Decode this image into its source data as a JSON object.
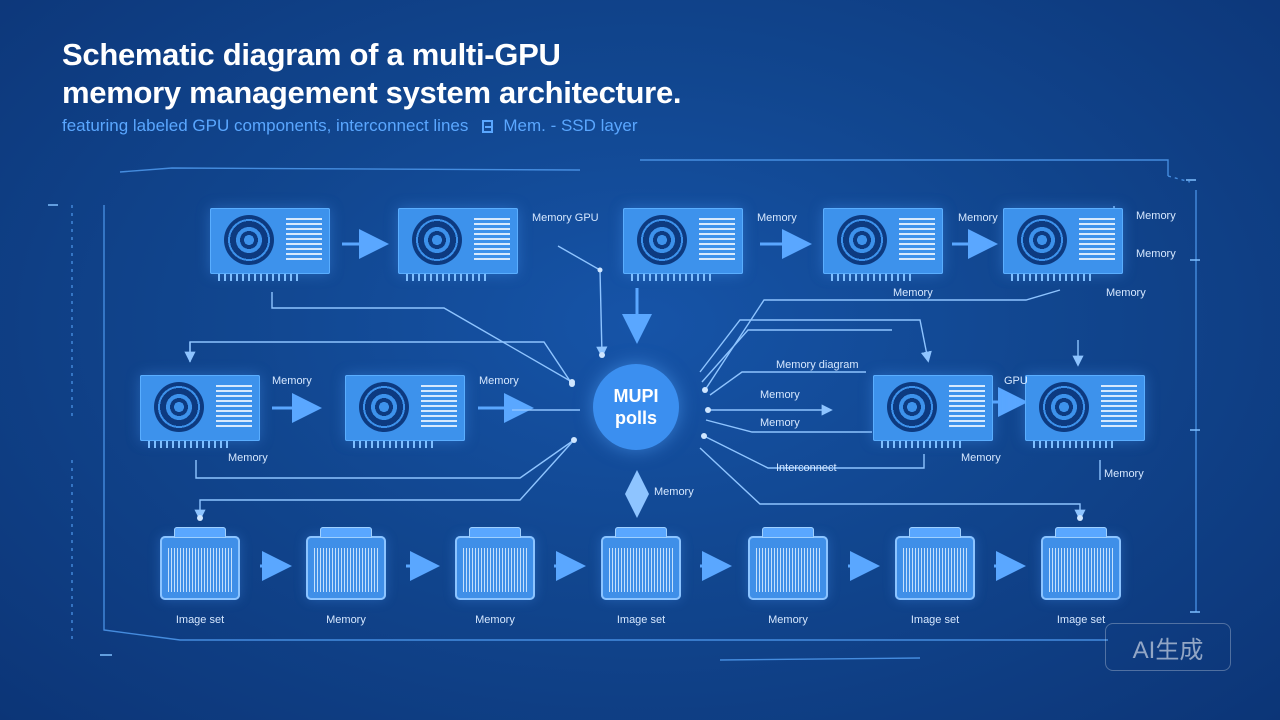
{
  "title": {
    "line1": "Schematic diagram of a multi-GPU",
    "line2": "memory management system architecture."
  },
  "subtitle": {
    "text": "featuring labeled GPU components, interconnect lines",
    "tail": "Mem. - SSD layer"
  },
  "hub": {
    "line1": "MUPI",
    "line2": "polls"
  },
  "labels": {
    "gpu_top_2": "Memory GPU",
    "gpu_top_3": "Memory",
    "gpu_top_4": "Memory",
    "gpu_top_5": "Memory",
    "gpu_top_5_right": "Memory",
    "gpu_top_4_below": "Memory",
    "gpu_top_5_below": "Memory",
    "gpu_mid_1": "Memory",
    "gpu_mid_2": "Memory",
    "gpu_mid_1_below": "Memory",
    "right_diagram": "Memory diagram",
    "right_memory_1": "Memory",
    "right_memory_2": "Memory",
    "right_connector": "Interconnect",
    "gpu_mid_4": "GPU",
    "gpu_mid_3_below": "Memory",
    "gpu_mid_4_below": "Memory",
    "hub_below": "Memory"
  },
  "memory_labels": [
    "Image set",
    "Memory",
    "Memory",
    "Image set",
    "Memory",
    "Image set",
    "Image set"
  ],
  "watermark": "AI生成",
  "colors": {
    "background": "#0f3f8e",
    "component": "#3d92ec",
    "line": "#6fb2ff",
    "title": "#ffffff",
    "subtitle": "#5aa7ff"
  }
}
